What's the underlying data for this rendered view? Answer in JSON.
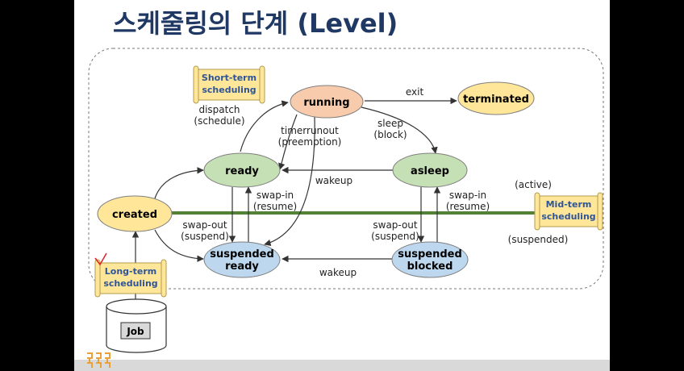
{
  "title": "스케줄링의 단계 (Level)",
  "states": {
    "running": "running",
    "terminated": "terminated",
    "ready": "ready",
    "asleep": "asleep",
    "created": "created",
    "suspended_ready_1": "suspended",
    "suspended_ready_2": "ready",
    "suspended_blocked_1": "suspended",
    "suspended_blocked_2": "blocked"
  },
  "scrolls": {
    "short_term_1": "Short-term",
    "short_term_2": "scheduling",
    "mid_term_1": "Mid-term",
    "mid_term_2": "scheduling",
    "long_term_1": "Long-term",
    "long_term_2": "scheduling"
  },
  "job": "Job",
  "labels": {
    "exit": "exit",
    "dispatch_1": "dispatch",
    "dispatch_2": "(schedule)",
    "timer_1": "timerrunout",
    "timer_2": "(preemption)",
    "sleep_1": "sleep",
    "sleep_2": "(block)",
    "wakeup_top": "wakeup",
    "wakeup_bottom": "wakeup",
    "swapin_left_1": "swap-in",
    "swapin_left_2": "(resume)",
    "swapout_left_1": "swap-out",
    "swapout_left_2": "(suspend)",
    "swapin_right_1": "swap-in",
    "swapin_right_2": "(resume)",
    "swapout_right_1": "swap-out",
    "swapout_right_2": "(suspend)",
    "active": "(active)",
    "suspended": "(suspended)"
  },
  "colors": {
    "title": "#1f3864",
    "running": "#f8cbad",
    "terminated": "#ffe699",
    "ready": "#c5e0b4",
    "asleep": "#c5e0b4",
    "created": "#ffe699",
    "suspended": "#bdd7ee",
    "scroll": "#ffe699",
    "scroll_text": "#2e5597",
    "divider": "#548235"
  },
  "icons": {
    "logo": "logo-icon",
    "checkmark": "check-icon"
  }
}
